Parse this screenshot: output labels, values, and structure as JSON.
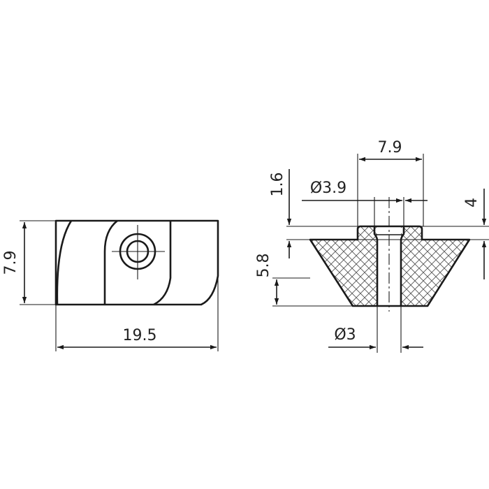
{
  "colors": {
    "line": "#1a1a1a",
    "text": "#222222",
    "hatch": "#555555",
    "background": "#ffffff"
  },
  "front_view": {
    "height_label": "7.9",
    "width_label": "19.5"
  },
  "section_view": {
    "top_width_label": "7.9",
    "collar_height_label": "1.6",
    "bore_diameter_label": "Ø3.9",
    "total_height_label": "4",
    "body_height_label": "5.8",
    "hole_diameter_label": "Ø3"
  }
}
